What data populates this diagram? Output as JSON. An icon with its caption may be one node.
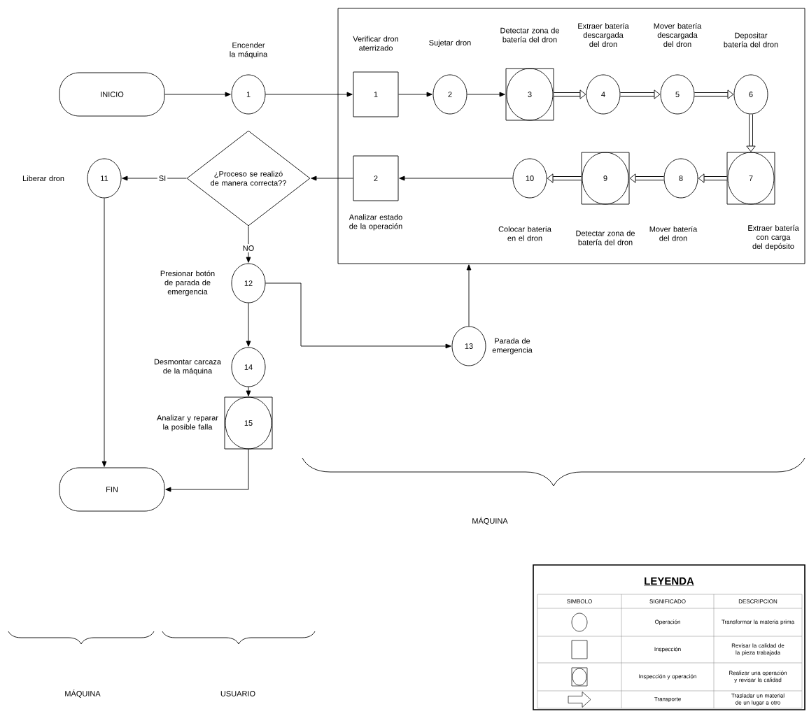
{
  "diagram": {
    "nodes": [
      {
        "text": [
          "INICIO"
        ]
      },
      {
        "text": [
          "1"
        ],
        "beside": [
          "Encender la máquina"
        ]
      },
      {
        "text": [],
        "shape": "box"
      },
      {
        "text": [
          "1"
        ],
        "beside": [
          "Verificar dron aterrizado"
        ],
        "in": 2
      },
      {
        "text": [
          "2"
        ],
        "beside": [
          "Sujetar dron"
        ],
        "in": 2
      },
      {
        "text": [
          "3"
        ],
        "beside": [
          "Detectar zona de batería del dron"
        ],
        "in": 2
      },
      {
        "text": [
          "4"
        ],
        "beside": [
          "Extraer batería descargada del dron"
        ],
        "in": 2
      },
      {
        "text": [
          "5"
        ],
        "beside": [
          "Mover batería descargada del dron"
        ],
        "in": 2
      },
      {
        "text": [
          "6"
        ],
        "beside": [
          "Depositar batería del dron"
        ],
        "in": 2
      },
      {
        "text": [
          "7"
        ],
        "beside": [
          "Extraer batería con carga del depósito"
        ],
        "in": 2
      },
      {
        "text": [
          "8"
        ],
        "beside": [
          "Mover batería del dron"
        ],
        "in": 2
      },
      {
        "text": [
          "9"
        ],
        "beside": [
          "Detectar zona de batería del dron"
        ],
        "in": 2
      },
      {
        "text": [
          "10"
        ],
        "beside": [
          "Colocar batería en el dron"
        ],
        "in": 2
      },
      {
        "text": [
          "2"
        ],
        "beside": [
          "Analizar estado de la operación"
        ],
        "in": 2
      },
      {
        "text": [
          "¿Proceso se realizó de manera correcta??"
        ]
      },
      {
        "text": [
          "11"
        ],
        "beside": [
          "Liberar dron"
        ]
      },
      {
        "text": [
          "12"
        ],
        "beside": [
          "Presionar botón de parada de emergencia"
        ]
      },
      {
        "text": [
          "13"
        ],
        "beside": [
          "Parada de emergencia"
        ]
      },
      {
        "text": [
          "14"
        ],
        "beside": [
          "Desmontar carcaza de la máquina"
        ]
      },
      {
        "text": [
          "15"
        ],
        "beside": [
          "Analizar y reparar la posible falla"
        ]
      },
      {
        "text": [
          "FIN"
        ]
      }
    ],
    "edges": [
      {
        "from": 0,
        "to": 1,
        "arrow": "to"
      },
      {
        "from": 1,
        "to": 3,
        "arrow": "to"
      },
      {
        "from": 3,
        "to": 4,
        "arrow": "to"
      },
      {
        "from": 4,
        "to": 5,
        "arrow": "to"
      },
      {
        "from": 5,
        "to": 6,
        "arrow": "to",
        "style": "thick"
      },
      {
        "from": 6,
        "to": 7,
        "arrow": "to",
        "style": "thick"
      },
      {
        "from": 7,
        "to": 8,
        "arrow": "to",
        "style": "thick"
      },
      {
        "from": 8,
        "to": 9,
        "arrow": "to",
        "style": "thick"
      },
      {
        "from": 9,
        "to": 10,
        "arrow": "to",
        "style": "thick"
      },
      {
        "from": 10,
        "to": 11,
        "arrow": "to",
        "style": "thick"
      },
      {
        "from": 11,
        "to": 12,
        "arrow": "to",
        "style": "thick"
      },
      {
        "from": 12,
        "to": 13,
        "arrow": "to"
      },
      {
        "from": 13,
        "to": 14,
        "arrow": "to"
      },
      {
        "from": 14,
        "to": 15,
        "arrow": "to",
        "label": "SI"
      },
      {
        "from": 14,
        "to": 16,
        "arrow": "to",
        "label": "NO"
      },
      {
        "from": 16,
        "to": 18,
        "arrow": "to"
      },
      {
        "from": 18,
        "to": 19,
        "arrow": "to"
      },
      {
        "from": 16,
        "to": 17,
        "arrow": "to"
      },
      {
        "from": 17,
        "to": 2,
        "arrow": "to"
      },
      {
        "from": 15,
        "to": 20,
        "arrow": "to"
      },
      {
        "from": 19,
        "to": 20,
        "arrow": "to"
      }
    ],
    "labels": [
      "MÁQUINA",
      "LEYENDA",
      "SIMBOLO",
      "SIGNIFICADO",
      "DESCRIPCION",
      "Transformar la materia prima",
      "Revisar la calidad de la pieza trabajada",
      "Realizar una operación y revisar la calidad",
      "Trasladar un material de un lugar a otro",
      "MÁQUINA",
      "USUARIO"
    ],
    "legend": [
      {
        "text": "Operación"
      },
      {
        "text": "Inspección"
      },
      {
        "text": "Inspección y operación"
      },
      {
        "text": "Transporte"
      }
    ]
  }
}
